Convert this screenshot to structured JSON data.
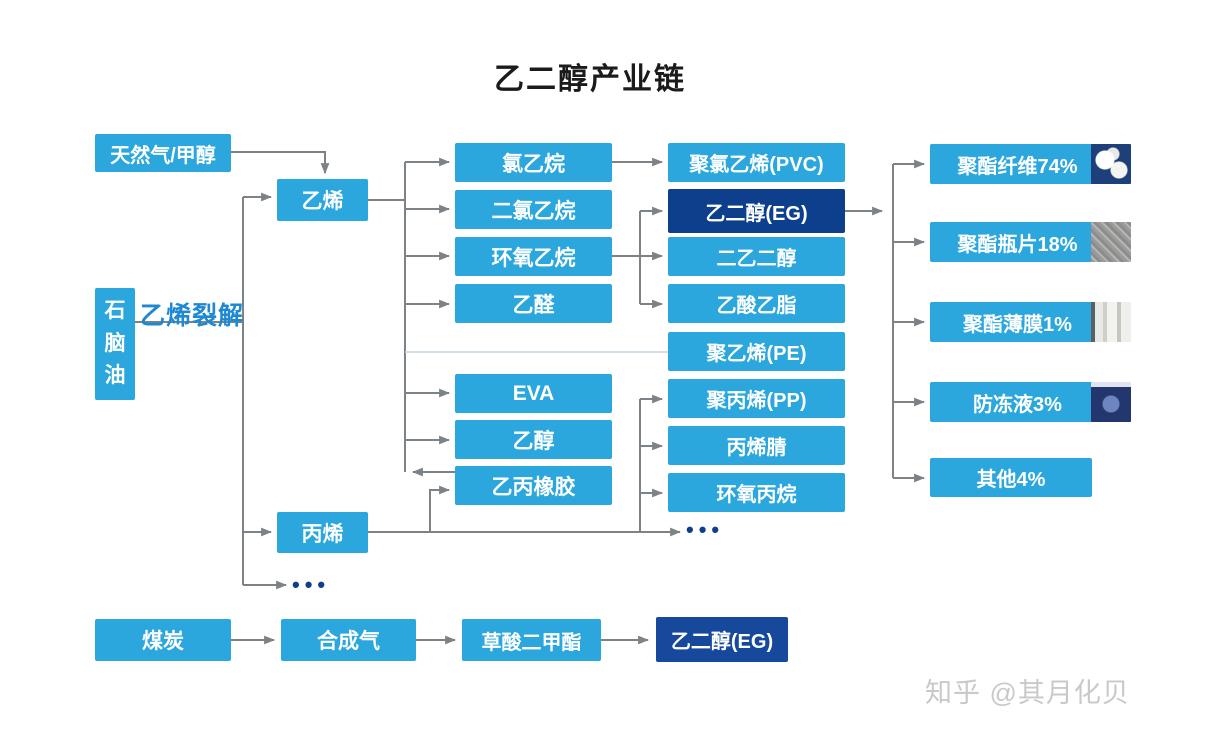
{
  "title": "乙二醇产业链",
  "watermark": "知乎 @其月化贝",
  "labels": {
    "cracking_process": "乙烯裂解",
    "ellipsis": "•••"
  },
  "colors": {
    "box_blue": "#2BA7DE",
    "box_navy": "#0E3F8D",
    "box_navy2": "#16489B",
    "arrow_gray": "#7D8286",
    "cracking_blue": "#1E88D2",
    "watermark_gray": "#C9C9C9"
  },
  "nodes": {
    "natural_gas_methanol": "天然气/甲醇",
    "naphtha": "石脑油",
    "coal": "煤炭",
    "ethylene": "乙烯",
    "propylene": "丙烯",
    "syngas": "合成气",
    "dimethyl_oxalate": "草酸二甲酯",
    "eg_from_coal": "乙二醇(EG)",
    "chloroethane": "氯乙烷",
    "dichloroethane": "二氯乙烷",
    "ethylene_oxide": "环氧乙烷",
    "acetaldehyde": "乙醛",
    "eva": "EVA",
    "ethanol": "乙醇",
    "epdm_rubber": "乙丙橡胶",
    "pvc": "聚氯乙烯(PVC)",
    "ethylene_glycol": "乙二醇(EG)",
    "diethylene_glycol": "二乙二醇",
    "ethyl_acetate": "乙酸乙脂",
    "pe": "聚乙烯(PE)",
    "pp": "聚丙烯(PP)",
    "acrylonitrile": "丙烯腈",
    "propylene_oxide": "环氧丙烷",
    "polyester_fiber": "聚酯纤维74%",
    "polyester_bottle_chip": "聚酯瓶片18%",
    "polyester_film": "聚酯薄膜1%",
    "antifreeze": "防冻液3%",
    "others": "其他4%"
  }
}
